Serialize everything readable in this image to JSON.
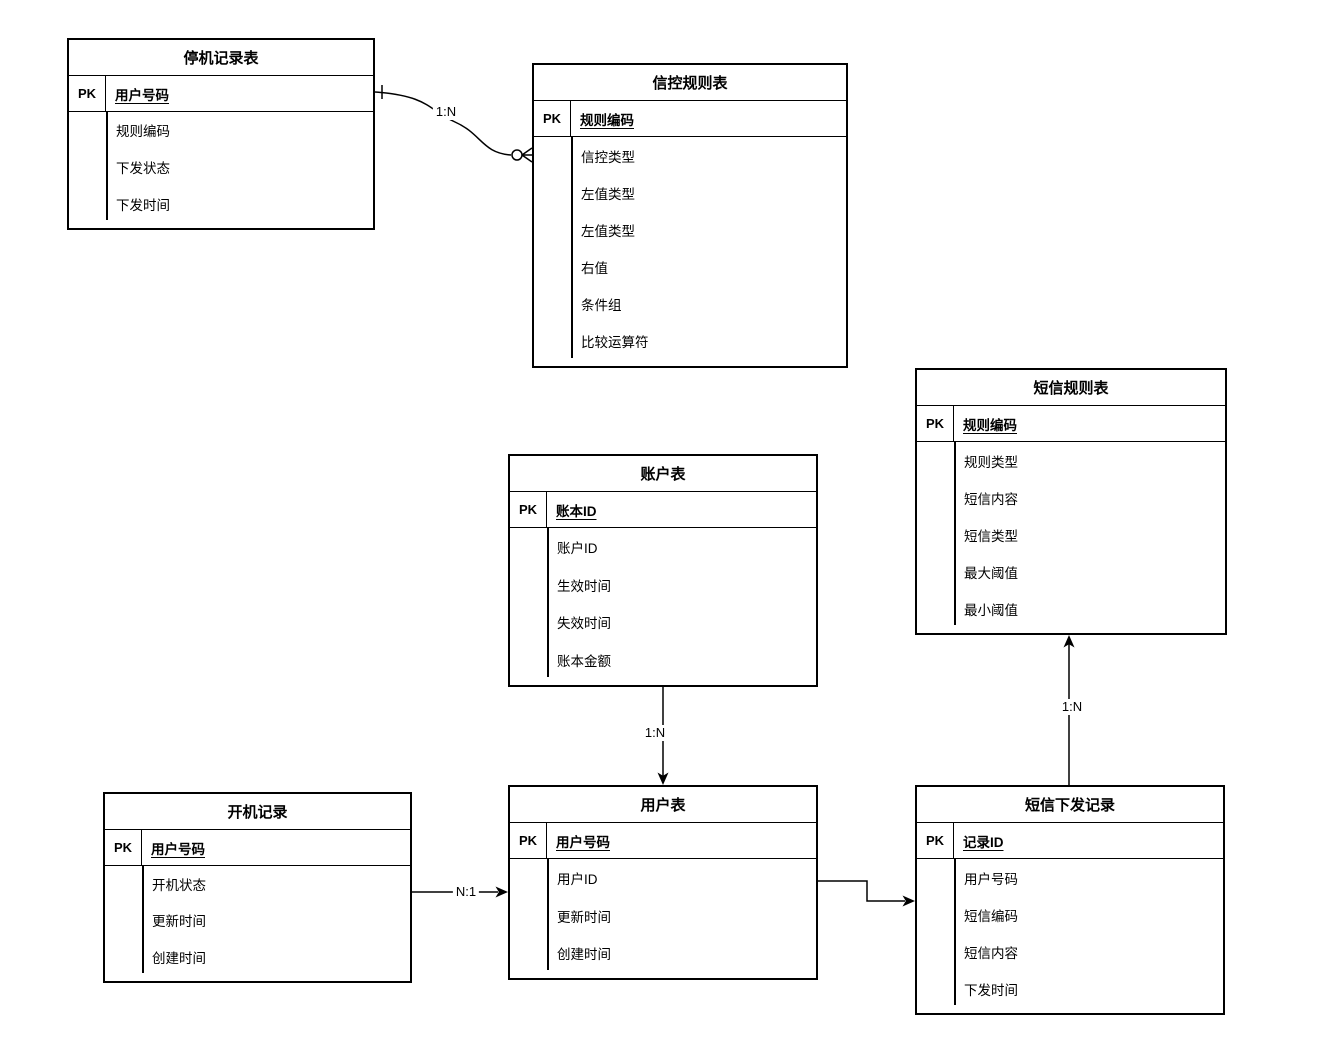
{
  "diagram": {
    "kind": "entity-relationship",
    "notation": "crow-foot / arrows",
    "line_color": "#000000",
    "background_color": "#ffffff"
  },
  "tables": [
    {
      "name": "停机记录表",
      "pk_label": "PK",
      "pk_field": "用户号码",
      "fields": [
        "规则编码",
        "下发状态",
        "下发时间"
      ]
    },
    {
      "name": "信控规则表",
      "pk_label": "PK",
      "pk_field": "规则编码",
      "fields": [
        "信控类型",
        "左值类型",
        "左值类型",
        "右值",
        "条件组",
        "比较运算符"
      ]
    },
    {
      "name": "短信规则表",
      "pk_label": "PK",
      "pk_field": "规则编码",
      "fields": [
        "规则类型",
        "短信内容",
        "短信类型",
        "最大阈值",
        "最小阈值"
      ]
    },
    {
      "name": "账户表",
      "pk_label": "PK",
      "pk_field": "账本ID",
      "fields": [
        "账户ID",
        "生效时间",
        "失效时间",
        "账本金额"
      ]
    },
    {
      "name": "开机记录",
      "pk_label": "PK",
      "pk_field": "用户号码",
      "fields": [
        "开机状态",
        "更新时间",
        "创建时间"
      ]
    },
    {
      "name": "用户表",
      "pk_label": "PK",
      "pk_field": "用户号码",
      "fields": [
        "用户ID",
        "更新时间",
        "创建时间"
      ]
    },
    {
      "name": "短信下发记录",
      "pk_label": "PK",
      "pk_field": "记录ID",
      "fields": [
        "用户号码",
        "短信编码",
        "短信内容",
        "下发时间"
      ]
    }
  ],
  "relationships": [
    {
      "from": "停机记录表",
      "to": "信控规则表",
      "label": "1:N",
      "from_marker": "one-tick",
      "to_marker": "zero-or-many-crowfoot"
    },
    {
      "from": "账户表",
      "to": "用户表",
      "label": "1:N",
      "to_marker": "arrow"
    },
    {
      "from": "开机记录",
      "to": "用户表",
      "label": "N:1",
      "to_marker": "arrow"
    },
    {
      "from": "用户表",
      "to": "短信下发记录",
      "label": "",
      "to_marker": "arrow"
    },
    {
      "from": "短信下发记录",
      "to": "短信规则表",
      "label": "1:N",
      "to_marker": "arrow"
    }
  ]
}
